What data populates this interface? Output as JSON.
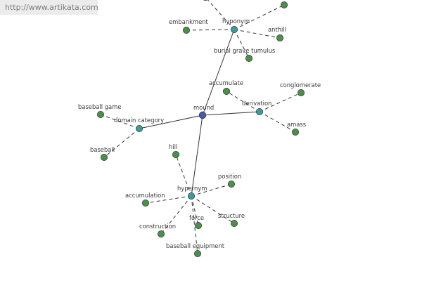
{
  "watermark": "http://www.artikata.com",
  "colors": {
    "center": "#4a59a8",
    "relation": "#3f9a9c",
    "leaf": "#4f8d4f",
    "edge": "#333333"
  },
  "graph": {
    "center": {
      "id": "mound",
      "label": "mound"
    },
    "relations": [
      {
        "id": "hyponym_top",
        "label": "hyponym"
      },
      {
        "id": "derivation",
        "label": "derivation"
      },
      {
        "id": "domain_category",
        "label": "domain category"
      },
      {
        "id": "hypernym",
        "label": "hypernym"
      }
    ],
    "leaves": [
      {
        "id": "top_leaf_1",
        "label": "",
        "relation": "hyponym_top"
      },
      {
        "id": "top_leaf_2",
        "label": "",
        "relation": "hyponym_top"
      },
      {
        "id": "embankment",
        "label": "embankment",
        "relation": "hyponym_top"
      },
      {
        "id": "anthill",
        "label": "anthill",
        "relation": "hyponym_top"
      },
      {
        "id": "burial_grave",
        "label": "burial grave tumulus",
        "relation": "hyponym_top"
      },
      {
        "id": "accumulate",
        "label": "accumulate",
        "relation": "derivation"
      },
      {
        "id": "conglomerate",
        "label": "conglomerate",
        "relation": "derivation"
      },
      {
        "id": "amass",
        "label": "amass",
        "relation": "derivation"
      },
      {
        "id": "baseball_game",
        "label": "baseball game",
        "relation": "domain_category"
      },
      {
        "id": "baseball",
        "label": "baseball",
        "relation": "domain_category"
      },
      {
        "id": "hill",
        "label": "hill",
        "relation": "hypernym"
      },
      {
        "id": "position",
        "label": "position",
        "relation": "hypernym"
      },
      {
        "id": "accumulation",
        "label": "accumulation",
        "relation": "hypernym"
      },
      {
        "id": "structure",
        "label": "structure",
        "relation": "hypernym"
      },
      {
        "id": "construction",
        "label": "construction",
        "relation": "hypernym"
      },
      {
        "id": "force",
        "label": "force",
        "relation": "hypernym"
      },
      {
        "id": "baseball_equipment",
        "label": "baseball equipment",
        "relation": "hypernym"
      }
    ]
  }
}
